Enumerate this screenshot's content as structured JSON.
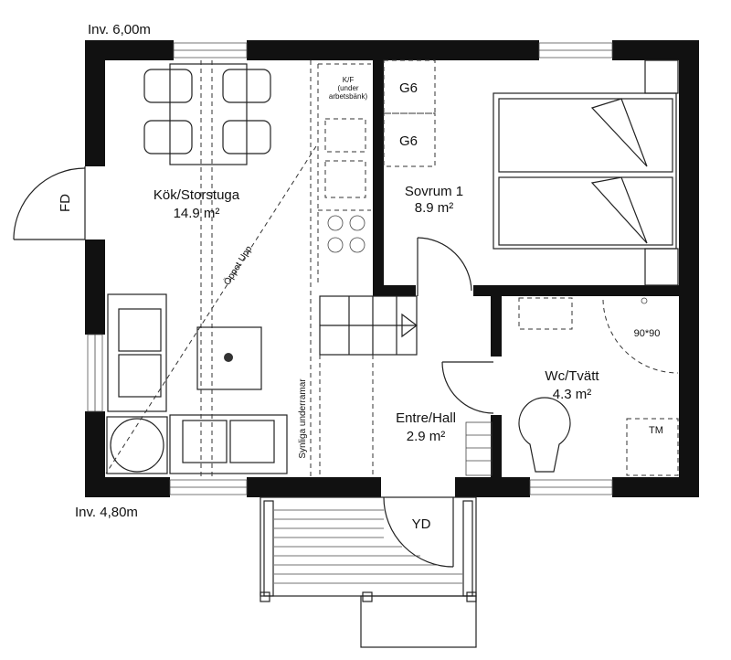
{
  "dimensions": {
    "top": "Inv. 6,00m",
    "bottom": "Inv. 4,80m"
  },
  "rooms": {
    "kitchen": {
      "name": "Kök/Storstuga",
      "area": "14.9 m²"
    },
    "bedroom": {
      "name": "Sovrum 1",
      "area": "8.9 m²"
    },
    "wc": {
      "name": "Wc/Tvätt",
      "area": "4.3 m²"
    },
    "hall": {
      "name": "Entre/Hall",
      "area": "2.9 m²"
    }
  },
  "labels": {
    "fd": "FD",
    "yd": "YD",
    "wardrobe_1": "G6",
    "wardrobe_2": "G6",
    "fridge_line1": "K/F",
    "fridge_line2": "(under",
    "fridge_line3": "arbetsbänk)",
    "shower": "90*90",
    "tm": "TM",
    "open_up": "Öppet Upp",
    "visible_beams": "Synliga underramar"
  }
}
